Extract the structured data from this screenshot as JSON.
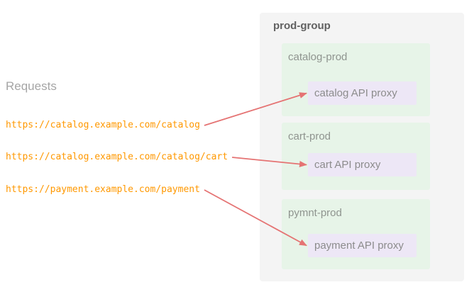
{
  "colors": {
    "url_orange": "#ff9800",
    "arrow_salmon": "#e57373",
    "group_bg": "#f4f4f4",
    "env_bg": "#e7f4e8",
    "proxy_bg": "#ede7f6",
    "heading_gray": "#a5a5a5",
    "title_gray": "#616161",
    "env_label_gray": "#8f948f",
    "proxy_label_gray": "#8c8c8c"
  },
  "left": {
    "heading": "Requests",
    "urls": [
      {
        "text": "https://catalog.example.com/catalog"
      },
      {
        "text": "https://catalog.example.com/catalog/cart"
      },
      {
        "text": "https://payment.example.com/payment"
      }
    ]
  },
  "group": {
    "title": "prod-group",
    "environments": [
      {
        "label": "catalog-prod",
        "proxy": "catalog API proxy"
      },
      {
        "label": "cart-prod",
        "proxy": "cart API proxy"
      },
      {
        "label": "pymnt-prod",
        "proxy": "payment API proxy"
      }
    ]
  },
  "connections": [
    {
      "from": "request-url-catalog",
      "to": "proxy-catalog"
    },
    {
      "from": "request-url-cart",
      "to": "proxy-cart"
    },
    {
      "from": "request-url-payment",
      "to": "proxy-payment"
    }
  ]
}
